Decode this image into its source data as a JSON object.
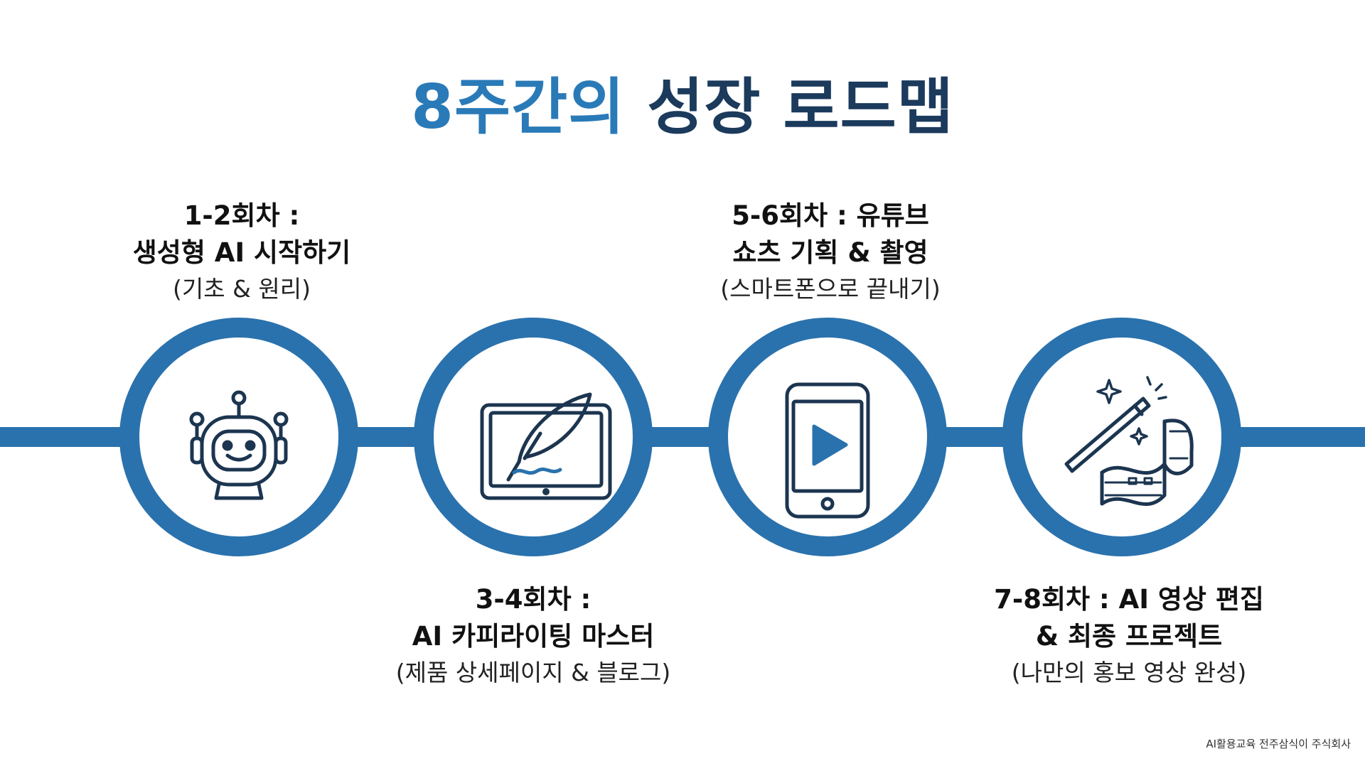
{
  "title": {
    "highlight": "8주간의",
    "rest": "성장 로드맵"
  },
  "colors": {
    "accent": "#2a72ad",
    "title_highlight": "#2a7ab8",
    "title_dark": "#1b3a5c",
    "icon_stroke": "#1c3550"
  },
  "steps": [
    {
      "line1": "1-2회차 :",
      "line2": "생성형 AI 시작하기",
      "sub": "(기초 & 원리)",
      "icon": "robot-icon"
    },
    {
      "line1": "3-4회차 :",
      "line2": "AI 카피라이팅 마스터",
      "sub": "(제품 상세페이지 & 블로그)",
      "icon": "tablet-quill-icon"
    },
    {
      "line1": "5-6회차 : 유튜브",
      "line2": "쇼츠 기획 & 촬영",
      "sub": "(스마트폰으로 끝내기)",
      "icon": "smartphone-play-icon"
    },
    {
      "line1": "7-8회차 : AI 영상 편집",
      "line2": "& 최종 프로젝트",
      "sub": "(나만의 홍보 영상 완성)",
      "icon": "magic-wand-film-icon"
    }
  ],
  "footer": "AI활용교육 전주삼식이 주식회사"
}
